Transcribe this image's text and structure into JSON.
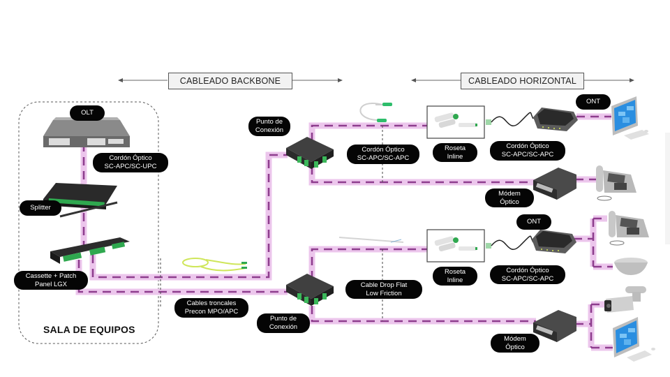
{
  "colors": {
    "cable_glow": "#ecc6ec",
    "cable_dash": "#8e3d8e",
    "label_bg": "#050505",
    "label_text": "#ffffff",
    "section_bg": "#f2f2f2",
    "connector_green": "#2fa84f",
    "screen_blue": "#2a8ee0",
    "device_dark": "#3a3a3a"
  },
  "sections": {
    "backbone": "CABLEADO BACKBONE",
    "horizontal": "CABLEADO HORIZONTAL"
  },
  "equipment_room": {
    "title": "SALA DE EQUIPOS",
    "olt": "OLT",
    "olt_cord": "Cordón Óptico\nSC-APC/SC-UPC",
    "splitter": "Splitter",
    "cassette": "Cassette + Patch\nPanel LGX"
  },
  "backbone": {
    "trunk_cables": "Cables troncales\nPrecon MPO/APC",
    "connection_point_top": "Punto de\nConexión",
    "connection_point_bottom": "Punto de\nConexión"
  },
  "horizontal": {
    "cord_top": "Cordón Óptico\nSC-APC/SC-APC",
    "drop_cable": "Cable Drop Flat\nLow Friction",
    "rosette_top": "Roseta\nInline",
    "rosette_bottom": "Roseta\nInline",
    "patch_top": "Cordón Óptico\nSC-APC/SC-APC",
    "patch_bottom": "Cordón Óptico\nSC-APC/SC-APC",
    "ont_top": "ONT",
    "ont_bottom": "ONT",
    "modem_top": "Módem\nÓptico",
    "modem_bottom": "Módem\nÓptico"
  },
  "icons": {
    "olt": "olt-rack-icon",
    "splitter": "splitter-tray-icon",
    "cassette": "patch-panel-icon",
    "trunk": "mpo-trunk-cable-icon",
    "junction": "junction-box-icon",
    "cord": "fiber-cord-icon",
    "drop": "flat-drop-cable-icon",
    "rosette": "inline-rosette-icon",
    "ont": "ont-router-icon",
    "modem": "optical-modem-icon",
    "pc": "desktop-computer-icon",
    "phone": "ip-phone-icon",
    "ap": "access-point-icon",
    "camera": "ip-camera-icon"
  }
}
